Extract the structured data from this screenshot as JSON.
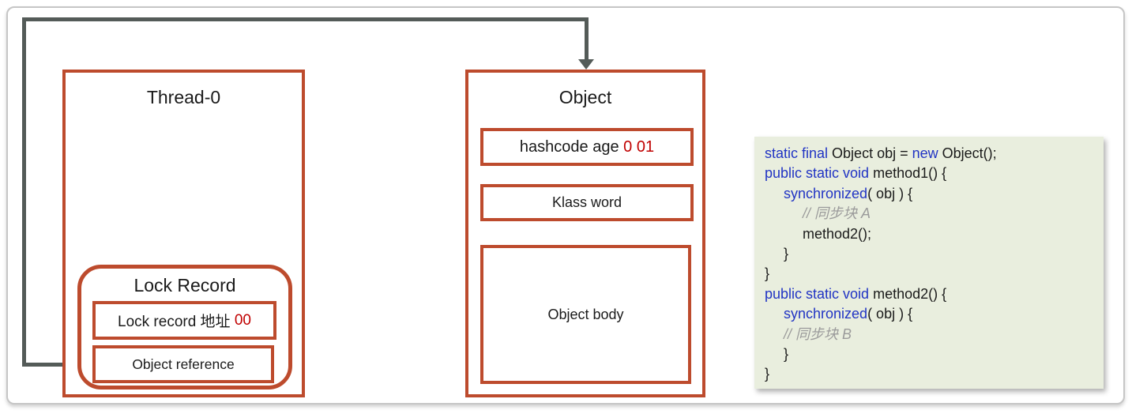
{
  "colors": {
    "box_border": "#bd4b2d",
    "connector": "#545b58",
    "highlight_red": "#c00000",
    "code_background": "#e9eede",
    "code_keyword_blue": "#2134c4",
    "code_comment_gray": "#9b9b9b",
    "frame_border": "#c6c6c6"
  },
  "thread_box": {
    "title": "Thread-0",
    "lock_record": {
      "title": "Lock Record",
      "address_row": {
        "label": "Lock record 地址 ",
        "value": "00"
      },
      "reference_row": {
        "label": "Object reference"
      }
    }
  },
  "object_box": {
    "title": "Object",
    "mark_word_row": {
      "label": "hashcode age ",
      "value": "0 01"
    },
    "klass_word_row": {
      "label": "Klass word"
    },
    "body_row": {
      "label": "Object body"
    }
  },
  "code_panel": {
    "lines": [
      {
        "indent": 0,
        "tokens": [
          {
            "text": "static final",
            "type": "kw"
          },
          {
            "text": " Object obj = ",
            "type": "plain"
          },
          {
            "text": "new",
            "type": "kw"
          },
          {
            "text": " Object();",
            "type": "plain"
          }
        ]
      },
      {
        "indent": 0,
        "tokens": [
          {
            "text": "public static void",
            "type": "kw"
          },
          {
            "text": " method1() {",
            "type": "plain"
          }
        ]
      },
      {
        "indent": 1,
        "tokens": [
          {
            "text": "synchronized",
            "type": "kw"
          },
          {
            "text": "( obj ) {",
            "type": "plain"
          }
        ]
      },
      {
        "indent": 2,
        "tokens": [
          {
            "text": "// 同步块 A",
            "type": "comment"
          }
        ]
      },
      {
        "indent": 2,
        "tokens": [
          {
            "text": "method2();",
            "type": "plain"
          }
        ]
      },
      {
        "indent": 1,
        "tokens": [
          {
            "text": "}",
            "type": "plain"
          }
        ]
      },
      {
        "indent": 0,
        "tokens": [
          {
            "text": "}",
            "type": "plain"
          }
        ]
      },
      {
        "indent": 0,
        "tokens": [
          {
            "text": "public static void",
            "type": "kw"
          },
          {
            "text": " method2() {",
            "type": "plain"
          }
        ]
      },
      {
        "indent": 1,
        "tokens": [
          {
            "text": "synchronized",
            "type": "kw"
          },
          {
            "text": "( obj ) {",
            "type": "plain"
          }
        ]
      },
      {
        "indent": 1,
        "tokens": [
          {
            "text": "// 同步块 B",
            "type": "comment"
          }
        ]
      },
      {
        "indent": 1,
        "tokens": [
          {
            "text": "}",
            "type": "plain"
          }
        ]
      },
      {
        "indent": 0,
        "tokens": [
          {
            "text": "}",
            "type": "plain"
          }
        ]
      }
    ]
  }
}
